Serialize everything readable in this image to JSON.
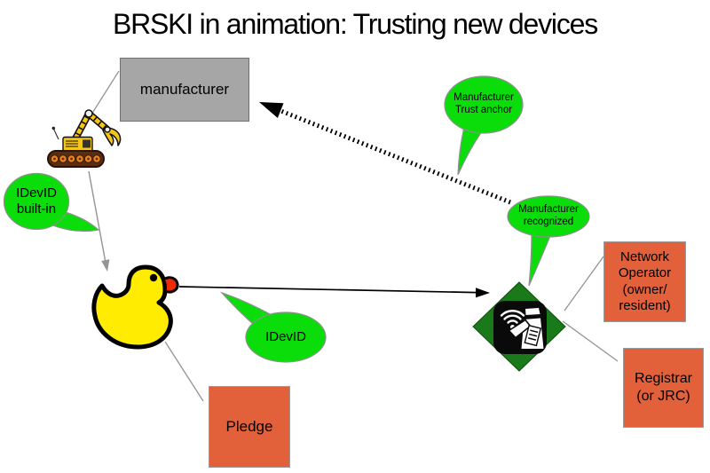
{
  "title": "BRSKI in animation: Trusting new devices",
  "nodes": {
    "manufacturer": {
      "label": "manufacturer"
    },
    "pledge": {
      "label": "Pledge"
    },
    "network_operator": {
      "label": "Network\nOperator\n(owner/\nresident)"
    },
    "registrar": {
      "label": "Registrar\n(or JRC)"
    }
  },
  "bubbles": {
    "idevid_builtin": {
      "label": "IDevID\nbuilt-in"
    },
    "idevid": {
      "label": "IDevID"
    },
    "manufacturer_trust_anchor": {
      "label": "Manufacturer\nTrust anchor"
    },
    "manufacturer_recognized": {
      "label": "Manufacturer\nrecognized"
    }
  },
  "icons": {
    "robot": "factory-robot-icon",
    "duck": "rubber-duck-pledge-icon",
    "registrar_diamond": "customs-officer-wifi-icon"
  },
  "colors": {
    "bubble_green": "#0add0a",
    "box_orange": "#e2613b",
    "box_gray": "#a6a6a6",
    "diamond_green": "#1a7a1a",
    "arrow_gray": "#949494",
    "arrow_black": "#000000"
  }
}
